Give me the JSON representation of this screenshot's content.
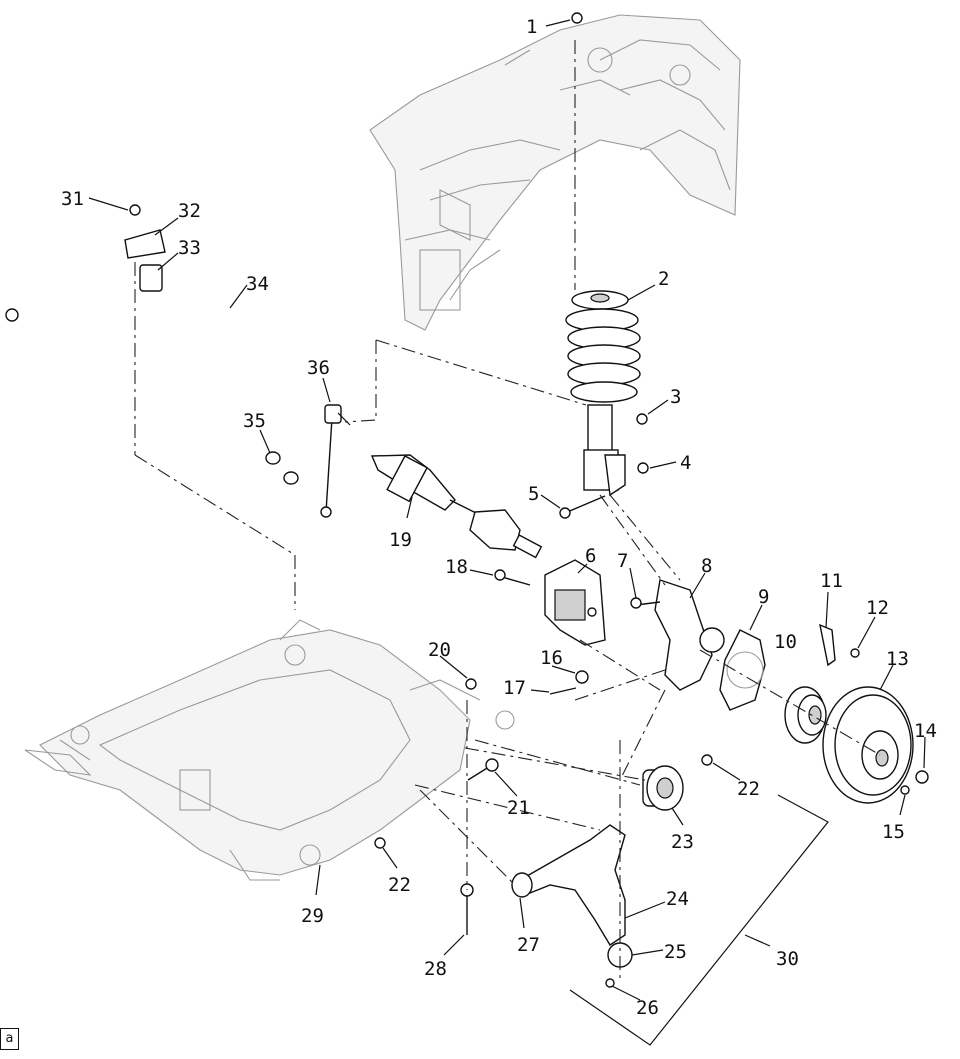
{
  "callouts": {
    "c1": "1",
    "c2": "2",
    "c3": "3",
    "c4": "4",
    "c5": "5",
    "c6": "6",
    "c7": "7",
    "c8": "8",
    "c9": "9",
    "c10": "10",
    "c11": "11",
    "c12": "12",
    "c13": "13",
    "c14": "14",
    "c15": "15",
    "c16": "16",
    "c17": "17",
    "c18": "18",
    "c19": "19",
    "c20": "20",
    "c21": "21",
    "c22a": "22",
    "c22b": "22",
    "c23": "23",
    "c24": "24",
    "c25": "25",
    "c26": "26",
    "c27": "27",
    "c28": "28",
    "c29": "29",
    "c30": "30",
    "c31": "31",
    "c32": "32",
    "c33": "33",
    "c34": "34",
    "c35": "35",
    "c36": "36"
  },
  "view_tag": "a"
}
